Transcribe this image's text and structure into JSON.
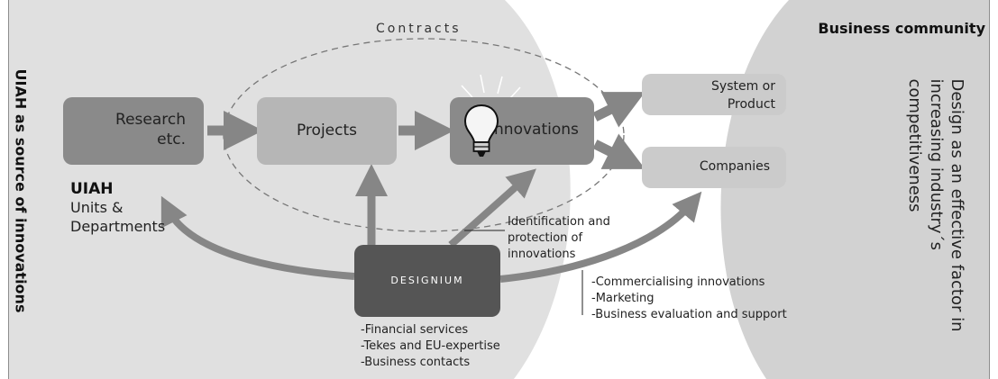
{
  "left_side_label": "UIAH as source of innovations",
  "right_header": "Business community",
  "right_vertical_text": [
    "Design as an effective factor in",
    "increasing industry´s",
    "competitiveness"
  ],
  "contracts_label": "Contracts",
  "boxes": {
    "research": [
      "Research",
      "etc."
    ],
    "projects": "Projects",
    "innovations": "Innovations",
    "system_product": [
      "System or",
      "Product"
    ],
    "companies": "Companies",
    "designium": "DESIGNIUM"
  },
  "uiah": {
    "title": "UIAH",
    "lines": [
      "Units &",
      "Departments"
    ]
  },
  "identification": [
    "Identification and",
    "protection of",
    "innovations"
  ],
  "commercial_list": [
    "-Commercialising innovations",
    "-Marketing",
    "-Business evaluation and support"
  ],
  "designium_services": [
    "-Financial services",
    "-Tekes and EU-expertise",
    "-Business contacts"
  ],
  "colors": {
    "left_region": "#e0e0e0",
    "right_region": "#d2d2d2",
    "box_dark": "#8a8a8a",
    "box_mid": "#b6b6b6",
    "box_light": "#cbcbcb",
    "arrow": "#868686",
    "designium": "#555555"
  },
  "icons": [
    "lightbulb-icon"
  ]
}
